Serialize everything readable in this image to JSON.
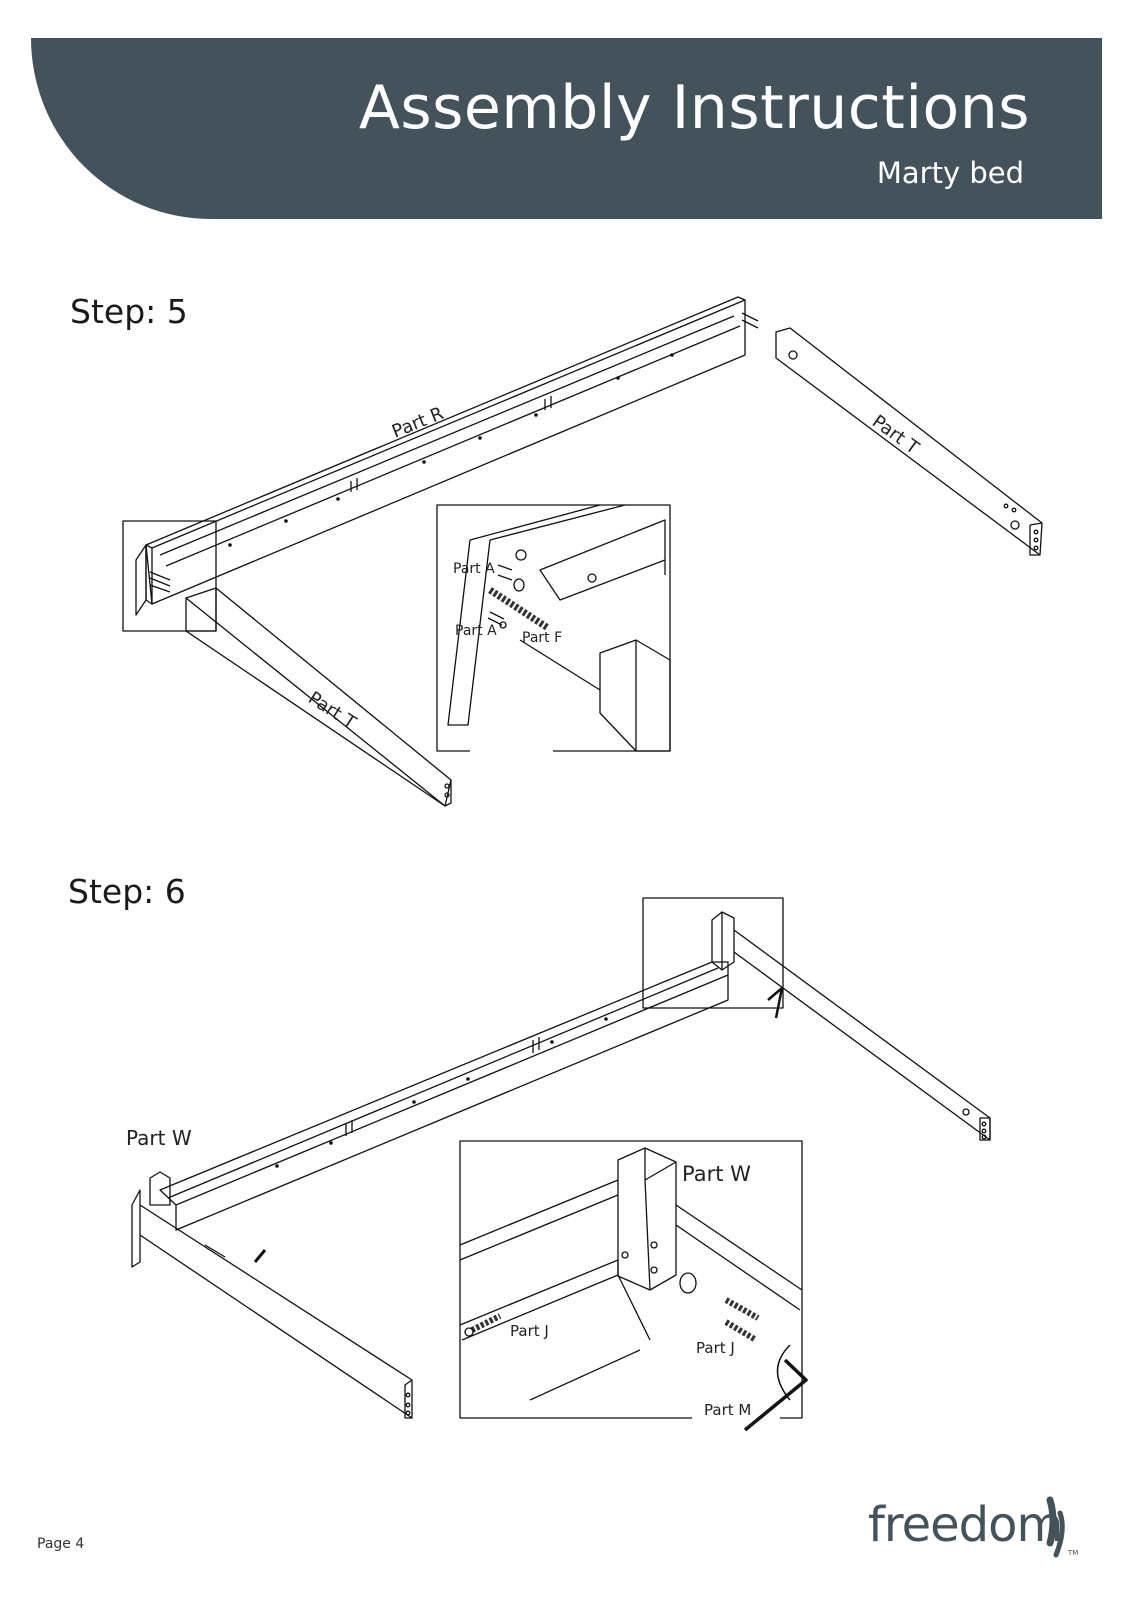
{
  "header": {
    "title": "Assembly Instructions",
    "subtitle": "Marty bed"
  },
  "steps": [
    {
      "title": "Step: 5",
      "labels": {
        "part_r": "Part R",
        "part_t_right": "Part T",
        "part_t_left": "Part T"
      },
      "detail_labels": {
        "part_a_top": "Part A",
        "part_a_bottom": "Part A",
        "part_f": "Part F"
      }
    },
    {
      "title": "Step: 6",
      "labels": {
        "part_w": "Part W"
      },
      "detail_labels": {
        "part_w": "Part W",
        "part_j_left": "Part J",
        "part_j_right": "Part J",
        "part_m": "Part M"
      }
    }
  ],
  "footer": {
    "page": "Page 4",
    "logo_text": "freedom",
    "logo_tm": "TM"
  },
  "colors": {
    "header_bg": "#44525c",
    "logo": "#44525c"
  }
}
